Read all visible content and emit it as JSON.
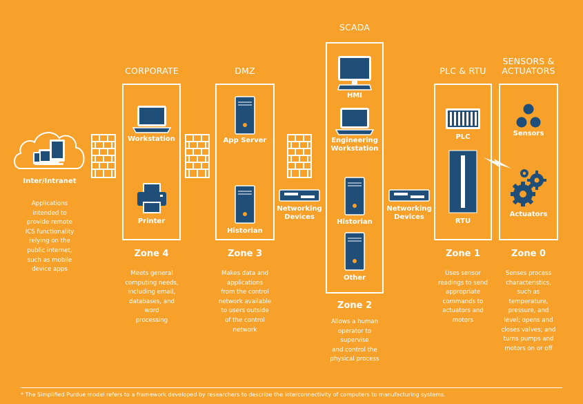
{
  "headers": {
    "corporate": "CORPORATE",
    "dmz": "DMZ",
    "scada": "SCADA",
    "plc": "PLC & RTU",
    "sensors_line1": "SENSORS &",
    "sensors_line2": "ACTUATORS"
  },
  "devices": {
    "inter": "Inter/Intranet",
    "workstation": "Workstation",
    "printer": "Printer",
    "app_server": "App Server",
    "historian3": "Historian",
    "net1_line1": "Networking",
    "net1_line2": "Devices",
    "hmi": "HMI",
    "eng_line1": "Engineering",
    "eng_line2": "Workstation",
    "historian2": "Historian",
    "other": "Other",
    "net2_line1": "Networking",
    "net2_line2": "Devices",
    "plc": "PLC",
    "rtu": "RTU",
    "sensors": "Sensors",
    "actuators": "Actuators"
  },
  "zones": {
    "z4": "Zone 4",
    "z3": "Zone 3",
    "z2": "Zone 2",
    "z1": "Zone 1",
    "z0": "Zone 0"
  },
  "descriptions": {
    "inter": "Applications\nintended to\nprovide remote\nICS functionality\nrelying on the\npublic internet,\nsuch as mobile\ndevice apps",
    "z4": "Meets general\ncomputing needs,\nincluding email,\ndatabases, and\nword\nprocessing",
    "z3": "Makes data and\napplications\nfrom the control\nnetwork available\nto users outside\nof the control\nnetwork",
    "z2": "Allows a human\noperator to\nsupervise\nand control the\nphysical process",
    "z1": "Uses sensor\nreadings to send\nappropriate\ncommands to\nactuators and\nmotors",
    "z0": "Senses process\ncharacteristics,\nsuch as\ntemperature,\npressure, and\nlevel; opens and\ncloses valves; and\nturns pumps and\nmotors on or off"
  },
  "footnote": "* The Simplified Purdue model refers to a framework developed by researchers to describe the interconnectivity of computers to manufacturing systems.",
  "colors": {
    "background": "#F7A12A",
    "icon": "#1F4E79",
    "line": "#FFFFFF"
  },
  "icons": [
    "cloud-icon",
    "firewall-icon",
    "laptop-icon",
    "printer-icon",
    "server-icon",
    "switch-icon",
    "monitor-icon",
    "plc-icon",
    "rtu-icon",
    "sensors-icon",
    "lightning-icon",
    "gears-icon"
  ]
}
